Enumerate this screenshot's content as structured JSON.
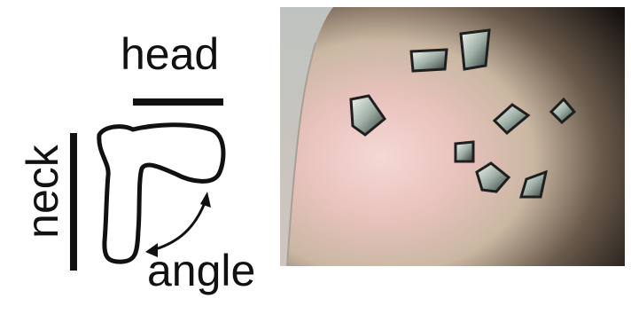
{
  "figure": {
    "schematic": {
      "labels": {
        "head": "head",
        "neck": "neck",
        "angle": "angle"
      },
      "colors": {
        "ink": "#111111"
      }
    },
    "micrograph": {
      "subject": "crystals",
      "colors": {
        "left_glow": "#f2c8c4",
        "center": "#cbb9a6",
        "right_dark": "#171412",
        "crystal_edge": "#1f1f1f",
        "crystal_highlight": "#e9eee8"
      }
    }
  }
}
